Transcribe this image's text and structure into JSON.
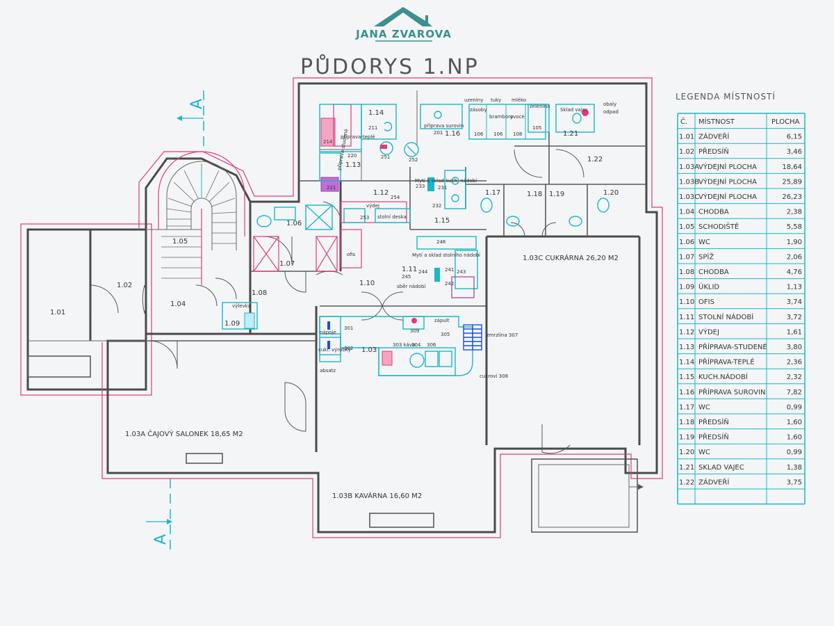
{
  "brand": {
    "name": "JANA ZVAROVA",
    "color": "#3b8f8f"
  },
  "title": "PŮDORYS 1.NP",
  "section_label": "A",
  "colors": {
    "wall": "#4a4a4a",
    "pink": "#e23a7a",
    "cyan": "#1ab6c9"
  },
  "legend": {
    "title": "LEGENDA  MÍSTNOSTÍ",
    "headers": [
      "Č.",
      "MÍSTNOST",
      "PLOCHA"
    ],
    "rows": [
      [
        "1.01",
        "ZÁDVEŘÍ",
        "6,15"
      ],
      [
        "1.02",
        "PŘEDSÍŇ",
        "3,46"
      ],
      [
        "1.03A",
        "VÝDEJNÍ PLOCHA",
        "18,64"
      ],
      [
        "1.03B",
        "VÝDEJNÍ PLOCHA",
        "25,89"
      ],
      [
        "1.03C",
        "VÝDEJNÍ PLOCHA",
        "26,23"
      ],
      [
        "1.04",
        "CHODBA",
        "2,38"
      ],
      [
        "1.05",
        "SCHODIŠTĚ",
        "5,58"
      ],
      [
        "1.06",
        "WC",
        "1,90"
      ],
      [
        "1.07",
        "SPÍŽ",
        "2,06"
      ],
      [
        "1.08",
        "CHODBA",
        "4,76"
      ],
      [
        "1.09",
        "ÚKLID",
        "1,13"
      ],
      [
        "1.10",
        "OFIS",
        "3,74"
      ],
      [
        "1.11",
        "STOLNÍ NÁDOBÍ",
        "3,72"
      ],
      [
        "1.12",
        "VÝDEJ",
        "1,61"
      ],
      [
        "1.13",
        "PŘÍPRAVA-STUDENÉ",
        "3,80"
      ],
      [
        "1.14",
        "PŘÍPRAVA-TEPLÉ",
        "2,36"
      ],
      [
        "1.15",
        "KUCH.NÁDOBÍ",
        "2,32"
      ],
      [
        "1.16",
        "PŘÍPRAVA SUROVIN",
        "7,82"
      ],
      [
        "1.17",
        "WC",
        "0,99"
      ],
      [
        "1.18",
        "PŘEDSÍŇ",
        "1,60"
      ],
      [
        "1.19",
        "PŘEDSÍŇ",
        "1,60"
      ],
      [
        "1.20",
        "WC",
        "0,99"
      ],
      [
        "1.21",
        "SKLAD VAJEC",
        "1,38"
      ],
      [
        "1.22",
        "ZÁDVEŘÍ",
        "3,75"
      ],
      [
        "",
        "",
        ""
      ]
    ]
  },
  "rooms": {
    "r101": "1.01",
    "r102": "1.02",
    "r104": "1.04",
    "r105": "1.05",
    "r106": "1.06",
    "r107": "1.07",
    "r108": "1.08",
    "r109": "1.09",
    "r110": "1.10",
    "r111": "1.11",
    "r112": "1.12",
    "r113": "1.13",
    "r114": "1.14",
    "r115": "1.15",
    "r116": "1.16",
    "r117": "1.17",
    "r118": "1.18",
    "r119": "1.19",
    "r120": "1.20",
    "r121": "1.21",
    "r122": "1.22",
    "r103": "1.03",
    "r103a": "1.03A ČAJOVÝ SALONEK 18,65 M2",
    "r103b": "1.03B KAVÁRNA 16,60 M2",
    "r103c": "1.03C CUKRÁRNA 26,20 M2"
  },
  "fixtures": {
    "ofis": "ofis",
    "vylevka": "výlevka",
    "napoje": "nápoje",
    "cukr_vyrobky": "cukr. výrobky",
    "absatz": "absatz",
    "zapult": "zápult",
    "zmrzlina": "zmrzlina 307",
    "cukrovi": "cukroví 308",
    "kava": "303 kávo",
    "vydej": "výdej",
    "stolni_deska": "stolní deska",
    "myti_stolni": "Mytí a sklad stolního nádobí",
    "myti_kuch": "Mytí a sklad kuch. nádobí",
    "sber": "sběr nádobí",
    "priprava_surovin": "příprava surovin",
    "priprava_teple": "příprava-teplé",
    "priprava_studene": "příprava-studené",
    "sklad_vajec": "Sklad vajec",
    "obaly": "obaly",
    "odpad": "odpad",
    "n201": "201",
    "n211": "211",
    "n214": "214",
    "n220": "220",
    "n221": "221",
    "n231": "231",
    "n232": "232",
    "n233": "233",
    "n241": "241",
    "n242": "242",
    "n243": "243",
    "n244": "244",
    "n245": "245",
    "n246": "246",
    "n251": "251",
    "n252": "252",
    "n253": "253",
    "n254": "254",
    "n301": "301",
    "n302": "302",
    "n304": "304",
    "n305": "305",
    "n306": "306",
    "n309": "309",
    "c105": "105",
    "c106": "106",
    "c108": "108",
    "uzeniny": "uzeniny",
    "tuky": "tuky",
    "mleko": "mléko",
    "zelenina": "zelenina",
    "brambory": "brambory",
    "zasoby": "zásoby",
    "ovoce": "ovoce"
  }
}
